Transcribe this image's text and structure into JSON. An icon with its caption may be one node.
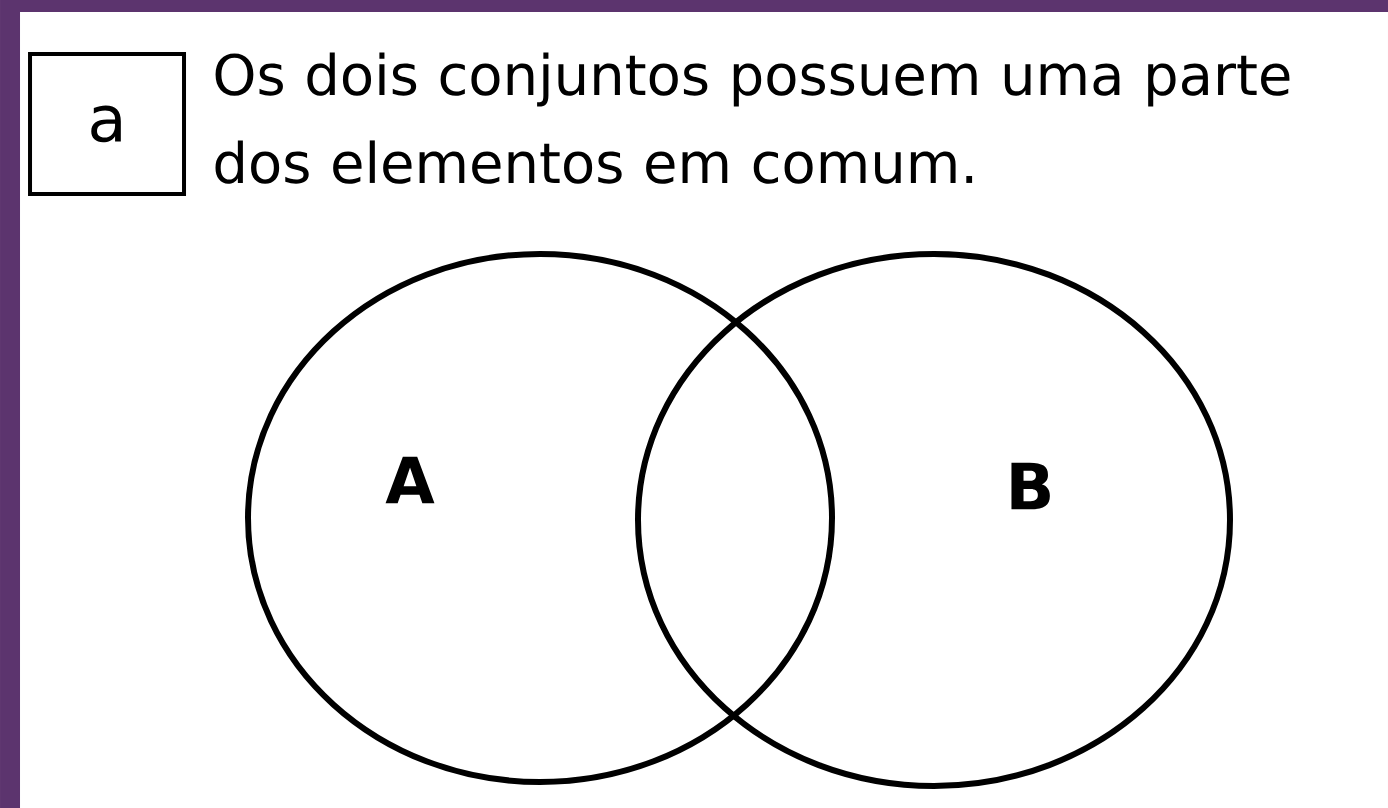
{
  "diagram": {
    "nodes": [
      {
        "text": [
          "a"
        ]
      },
      {
        "text": [
          "A"
        ]
      },
      {
        "text": [
          "B"
        ]
      }
    ],
    "labels": [
      "Os dois conjuntos possuem uma parte dos elementos em comum."
    ]
  }
}
